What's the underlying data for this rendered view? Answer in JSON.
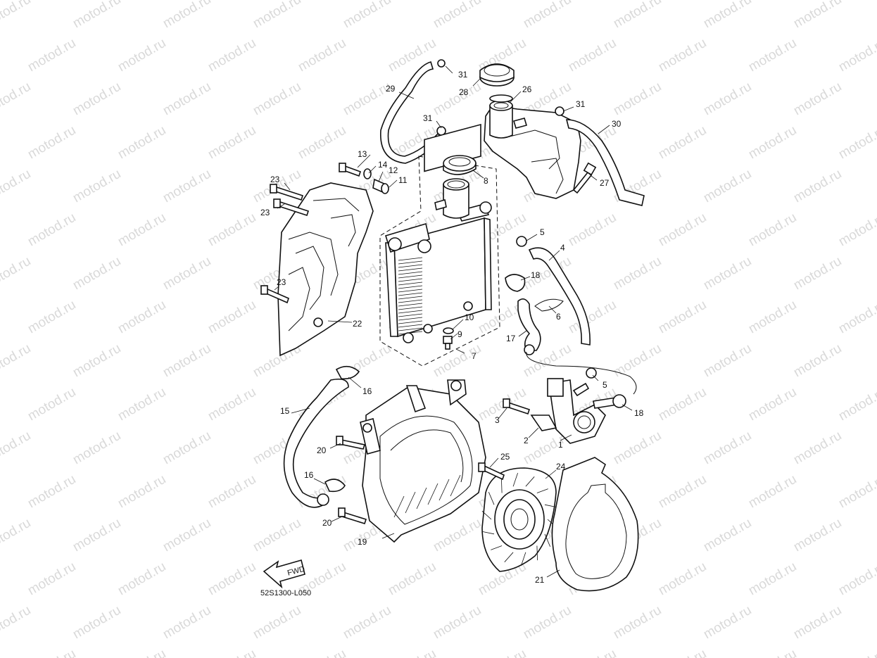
{
  "watermark": {
    "text": "motod.ru"
  },
  "diagram_code": "52S1300-L050",
  "fwd_label": "FWD",
  "callouts": [
    {
      "key": "c1",
      "text": "1"
    },
    {
      "key": "c2",
      "text": "2"
    },
    {
      "key": "c3",
      "text": "3"
    },
    {
      "key": "c4",
      "text": "4"
    },
    {
      "key": "c5a",
      "text": "5"
    },
    {
      "key": "c5b",
      "text": "5"
    },
    {
      "key": "c6",
      "text": "6"
    },
    {
      "key": "c7",
      "text": "7"
    },
    {
      "key": "c8",
      "text": "8"
    },
    {
      "key": "c9",
      "text": "9"
    },
    {
      "key": "c10",
      "text": "10"
    },
    {
      "key": "c11",
      "text": "11"
    },
    {
      "key": "c12",
      "text": "12"
    },
    {
      "key": "c13",
      "text": "13"
    },
    {
      "key": "c14",
      "text": "14"
    },
    {
      "key": "c15",
      "text": "15"
    },
    {
      "key": "c16a",
      "text": "16"
    },
    {
      "key": "c16b",
      "text": "16"
    },
    {
      "key": "c17",
      "text": "17"
    },
    {
      "key": "c18a",
      "text": "18"
    },
    {
      "key": "c18b",
      "text": "18"
    },
    {
      "key": "c19",
      "text": "19"
    },
    {
      "key": "c20a",
      "text": "20"
    },
    {
      "key": "c20b",
      "text": "20"
    },
    {
      "key": "c21",
      "text": "21"
    },
    {
      "key": "c22",
      "text": "22"
    },
    {
      "key": "c23a",
      "text": "23"
    },
    {
      "key": "c23b",
      "text": "23"
    },
    {
      "key": "c23c",
      "text": "23"
    },
    {
      "key": "c24",
      "text": "24"
    },
    {
      "key": "c25",
      "text": "25"
    },
    {
      "key": "c26",
      "text": "26"
    },
    {
      "key": "c27",
      "text": "27"
    },
    {
      "key": "c28",
      "text": "28"
    },
    {
      "key": "c29",
      "text": "29"
    },
    {
      "key": "c30",
      "text": "30"
    },
    {
      "key": "c31a",
      "text": "31"
    },
    {
      "key": "c31b",
      "text": "31"
    },
    {
      "key": "c31c",
      "text": "31"
    }
  ]
}
